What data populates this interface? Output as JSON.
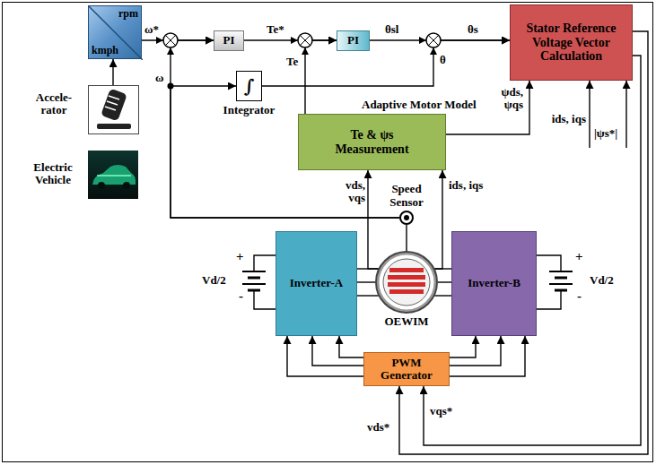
{
  "diagram": {
    "nodes": [
      {
        "text": [
          "rpm",
          "kmph"
        ]
      },
      {
        "text": [
          "Accele- rator"
        ]
      },
      {
        "text": [
          "Electric Vehicle"
        ]
      },
      {
        "text": [
          "PI"
        ]
      },
      {
        "text": [
          "PI"
        ]
      },
      {
        "text": [
          "Stator Reference Voltage Vector Calculation"
        ]
      },
      {
        "text": [
          "∫",
          "Integrator"
        ]
      },
      {
        "text": [
          "Adaptive Motor Model",
          "Te & ψs Measurement"
        ]
      },
      {
        "text": [
          "Speed Sensor"
        ]
      },
      {
        "text": [
          "Inverter-A"
        ]
      },
      {
        "text": [
          "OEWIM"
        ]
      },
      {
        "text": [
          "Inverter-B"
        ]
      },
      {
        "text": [
          "PWM Generator"
        ]
      }
    ],
    "edges": [
      {
        "from": 1,
        "to": 0,
        "arrow": "to"
      },
      {
        "from": 0,
        "to": 3,
        "label": "ω*",
        "arrow": "to"
      },
      {
        "from": 3,
        "to": 4,
        "label": "Te*",
        "arrow": "to"
      },
      {
        "from": 7,
        "to": 4,
        "label": "Te",
        "arrow": "to"
      },
      {
        "from": 4,
        "to": 5,
        "label": "θsl",
        "arrow": "to"
      },
      {
        "from": 6,
        "to": 5,
        "label": "θ",
        "arrow": "to"
      },
      {
        "from": 7,
        "to": 5,
        "label": "ψds, ψqs",
        "arrow": "to"
      },
      {
        "from": 8,
        "to": 3,
        "arrow": "to"
      },
      {
        "from": 8,
        "to": 6,
        "arrow": "to"
      },
      {
        "from": 10,
        "to": 7,
        "label": "vds, vqs",
        "arrow": "to"
      },
      {
        "from": 10,
        "to": 7,
        "label": "ids, iqs",
        "arrow": "to"
      },
      {
        "from": 5,
        "to": 12,
        "label": "vds*",
        "arrow": "to"
      },
      {
        "from": 5,
        "to": 12,
        "label": "vqs*",
        "arrow": "to"
      },
      {
        "from": 12,
        "to": 9,
        "arrow": "to"
      },
      {
        "from": 12,
        "to": 11,
        "arrow": "to"
      },
      {
        "from": 9,
        "to": 10,
        "arrow": "none"
      },
      {
        "from": 11,
        "to": 10,
        "arrow": "none"
      }
    ],
    "labels": [
      "θs",
      "ω",
      "ids, iqs",
      "|ψs*|",
      "Vd/2",
      "+",
      "-",
      "Vd/2",
      "+",
      "-"
    ]
  }
}
